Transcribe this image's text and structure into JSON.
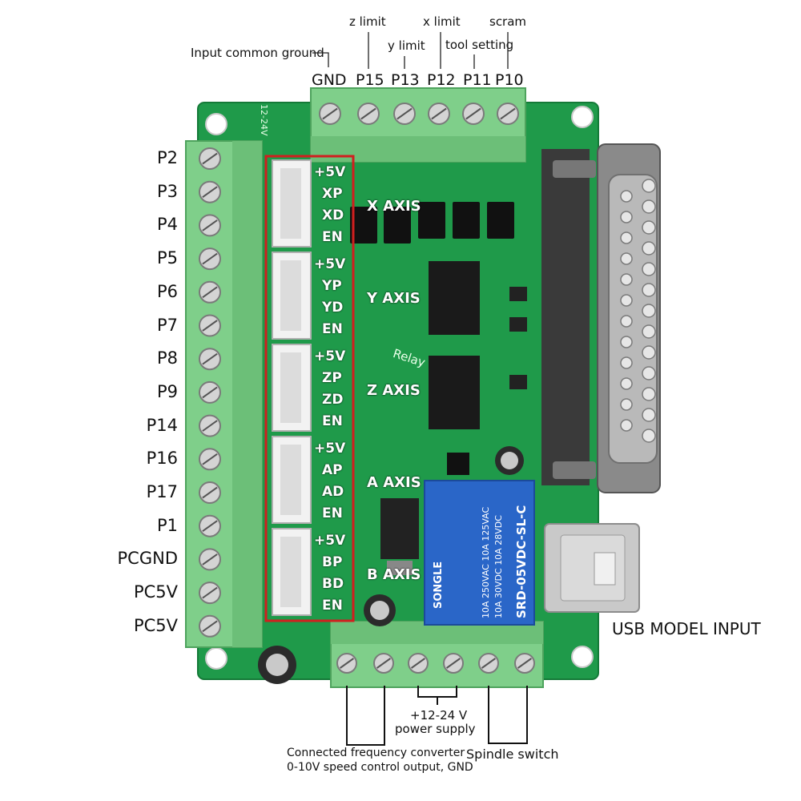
{
  "top_labels": {
    "input_common_ground": "Input common ground",
    "z_limit": "z limit",
    "y_limit": "y limit",
    "x_limit": "x limit",
    "tool_setting": "tool setting",
    "scram": "scram"
  },
  "top_pins": [
    "GND",
    "P15",
    "P13",
    "P12",
    "P11",
    "P10"
  ],
  "left_pins": [
    "P2",
    "P3",
    "P4",
    "P5",
    "P6",
    "P7",
    "P8",
    "P9",
    "P14",
    "P16",
    "P17",
    "P1",
    "PCGND",
    "PC5V",
    "PC5V"
  ],
  "axes": [
    {
      "name": "X AXIS",
      "signals": [
        "+5V",
        "XP",
        "XD",
        "EN"
      ]
    },
    {
      "name": "Y AXIS",
      "signals": [
        "+5V",
        "YP",
        "YD",
        "EN"
      ]
    },
    {
      "name": "Z AXIS",
      "signals": [
        "+5V",
        "ZP",
        "ZD",
        "EN"
      ]
    },
    {
      "name": "A AXIS",
      "signals": [
        "+5V",
        "AP",
        "AD",
        "EN"
      ]
    },
    {
      "name": "B AXIS",
      "signals": [
        "+5V",
        "BP",
        "BD",
        "EN"
      ]
    }
  ],
  "usb_label": "USB MODEL INPUT",
  "bottom_labels": {
    "freq_line1": "Connected frequency converter",
    "freq_line2": "0-10V speed control output, GND",
    "power_line1": "+12-24 V",
    "power_line2": "power supply",
    "spindle": "Spindle switch"
  },
  "relay": {
    "brand": "SONGLE",
    "model": "SRD-05VDC-SL-C",
    "rating1": "10A 250VAC 10A 125VAC",
    "rating2": "10A 30VDC 10A 28VDC"
  },
  "board_text": {
    "voltage": "12-24V",
    "relay": "Relay"
  },
  "colors": {
    "pcb": "#1f9a4a",
    "terminal": "#7fcf8a",
    "red_frame": "#d11f1f",
    "relay": "#2a66c8"
  }
}
